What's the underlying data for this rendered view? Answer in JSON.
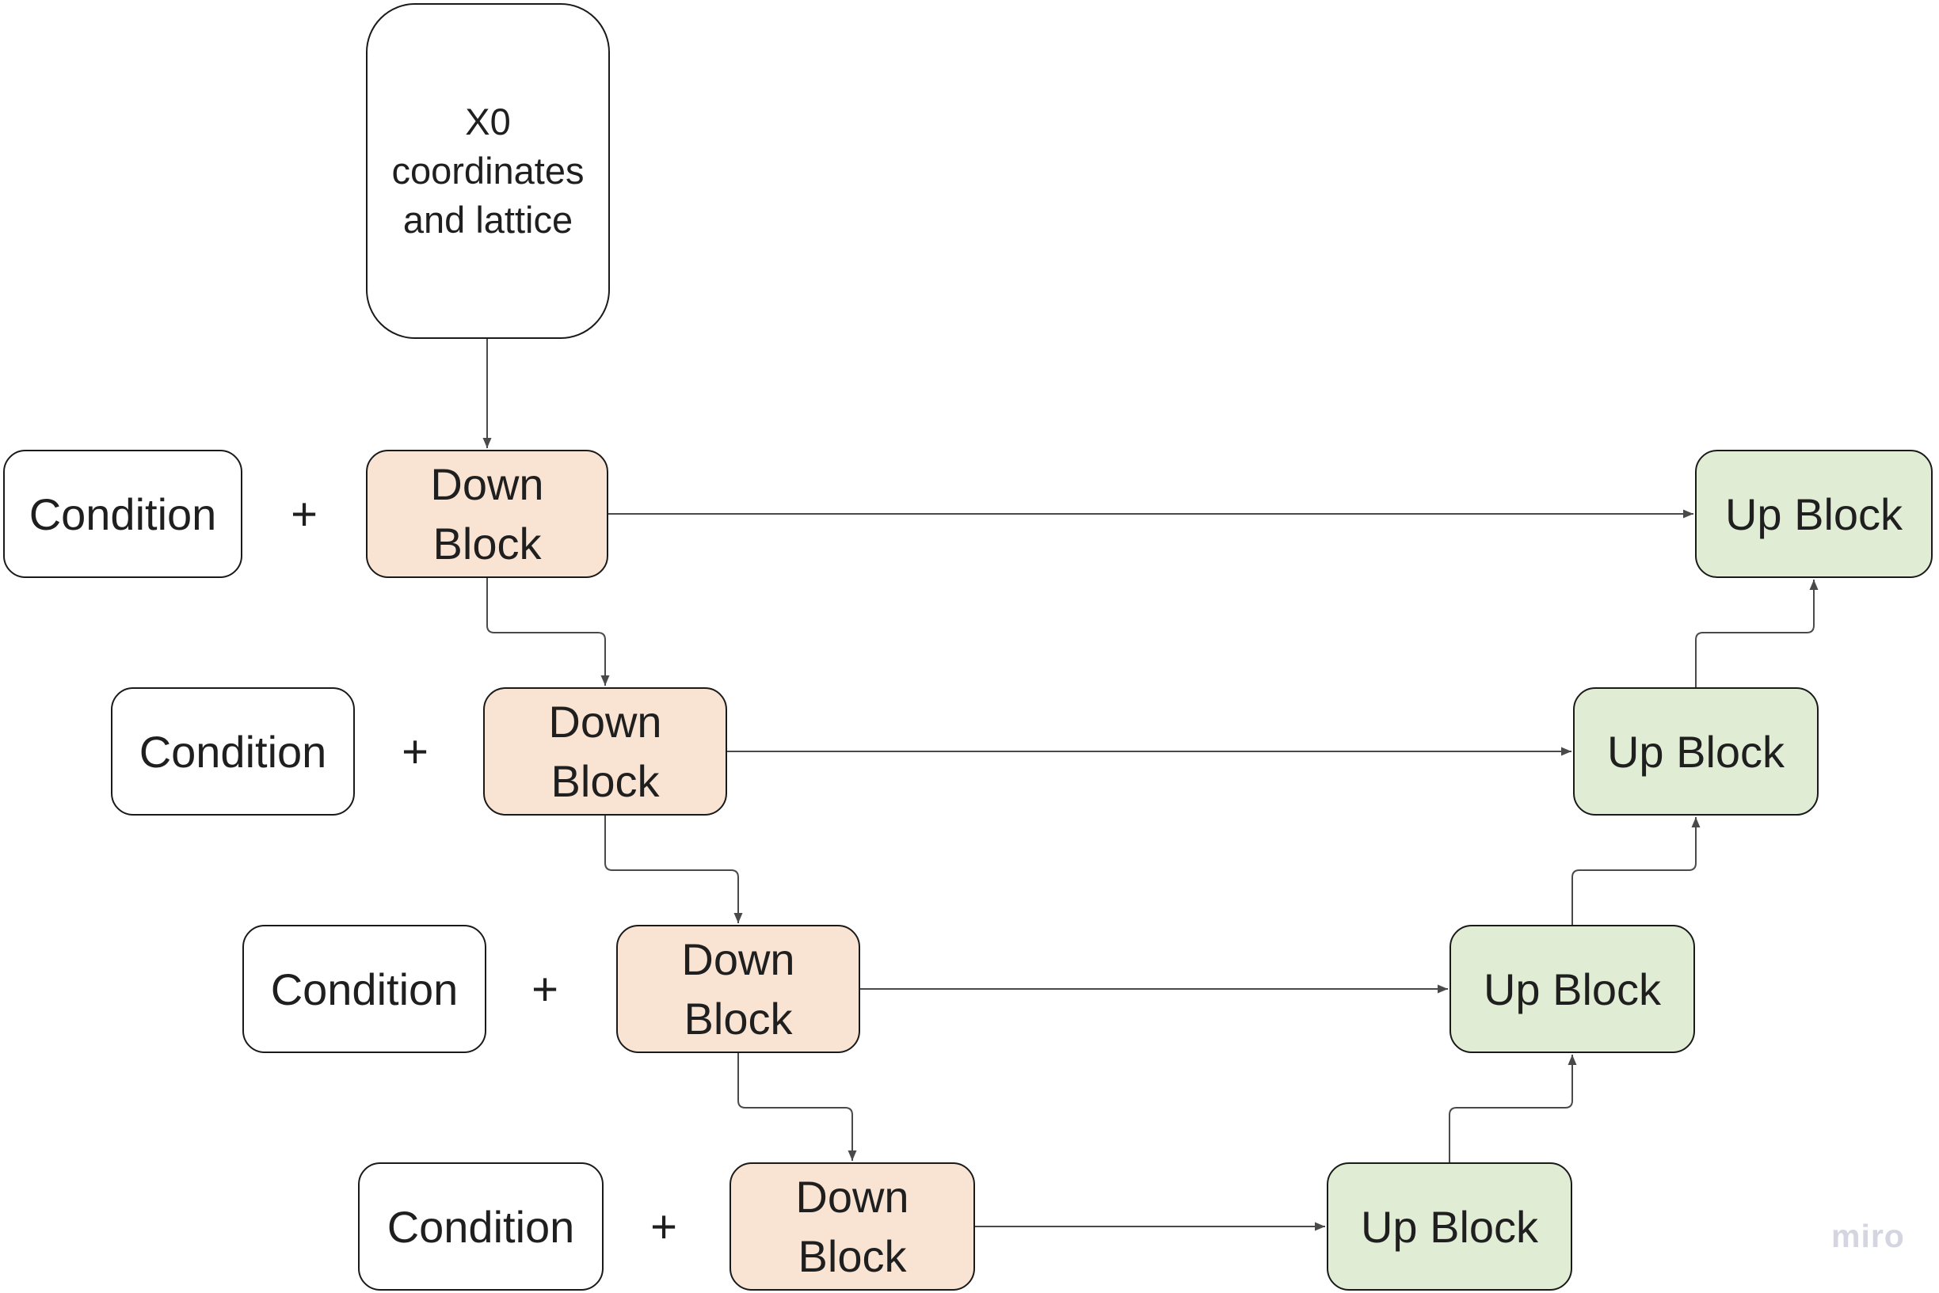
{
  "diagram": {
    "input_node": {
      "lines": [
        "X0",
        "coordinates",
        "and lattice"
      ]
    },
    "rows": [
      {
        "condition": "Condition",
        "operator": "+",
        "down_block": "Down Block",
        "up_block": "Up Block"
      },
      {
        "condition": "Condition",
        "operator": "+",
        "down_block": "Down Block",
        "up_block": "Up Block"
      },
      {
        "condition": "Condition",
        "operator": "+",
        "down_block": "Down Block",
        "up_block": "Up Block"
      },
      {
        "condition": "Condition",
        "operator": "+",
        "down_block": "Down Block",
        "up_block": "Up Block"
      }
    ],
    "watermark": "miro",
    "colors": {
      "background": "#ffffff",
      "down_fill": "#f9e3d2",
      "up_fill": "#e0edd4",
      "condition_fill": "#ffffff",
      "node_border": "#1a1a1a",
      "connector": "#4a4a4a",
      "text": "#1f1f1f",
      "watermark_color": "#d4d5e0"
    }
  }
}
